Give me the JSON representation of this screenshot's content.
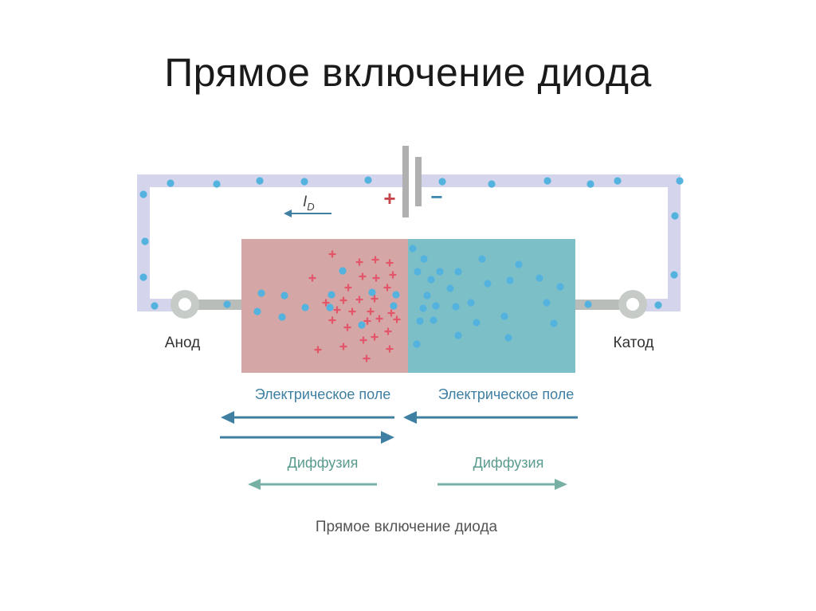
{
  "slide": {
    "title": "Прямое включение диода"
  },
  "diagram": {
    "anode_label": "Анод",
    "cathode_label": "Катод",
    "current_label": "I",
    "current_subscript": "D",
    "battery_plus": "+",
    "battery_minus": "−",
    "field_label_left": "Электрическое поле",
    "field_label_right": "Электрическое поле",
    "diffusion_label_left": "Диффузия",
    "diffusion_label_right": "Диффузия",
    "caption": "Прямое включение диода"
  },
  "colors": {
    "wire": "#d4d5ec",
    "dot": "#54b3de",
    "p_region": "#d5a6a6",
    "n_region": "#7dbfc7",
    "plus_sign": "#e2566a",
    "field_arrow": "#3f7fa1",
    "diffusion_arrow": "#78b0a6",
    "battery_plus": "#c6474b",
    "battery_minus": "#3f88b5",
    "caption": "#555555"
  }
}
